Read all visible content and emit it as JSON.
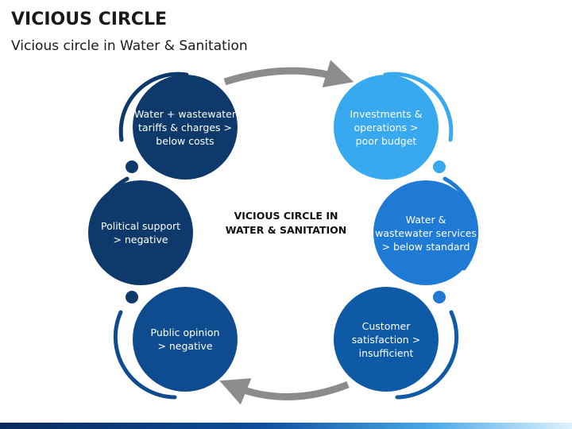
{
  "header": {
    "title": "VICIOUS CIRCLE",
    "subtitle": "Vicious circle in Water & Sanitation"
  },
  "center": {
    "line1": "VICIOUS CIRCLE IN",
    "line2": "WATER & SANITATION"
  },
  "nodes": [
    {
      "id": "tariffs",
      "lines": [
        "Water + wastewater",
        "tariffs & charges >",
        "below costs"
      ],
      "color": "#0e3a6b"
    },
    {
      "id": "investments",
      "lines": [
        "Investments &",
        "operations >",
        "poor budget"
      ],
      "color": "#38a8ef"
    },
    {
      "id": "services",
      "lines": [
        "Water &",
        "wastewater services",
        "> below standard"
      ],
      "color": "#1f7ad6"
    },
    {
      "id": "satisfaction",
      "lines": [
        "Customer",
        "satisfaction >",
        "insufficient"
      ],
      "color": "#0f5aa6"
    },
    {
      "id": "opinion",
      "lines": [
        "Public opinion",
        "> negative"
      ],
      "color": "#0f4c8f"
    },
    {
      "id": "political",
      "lines": [
        "Political support",
        "> negative"
      ],
      "color": "#0e3a6b"
    }
  ],
  "colors": {
    "arrow": "#8c8c8c",
    "dot_dark": "#0e3a6b",
    "dot_light": "#38a8ef"
  }
}
